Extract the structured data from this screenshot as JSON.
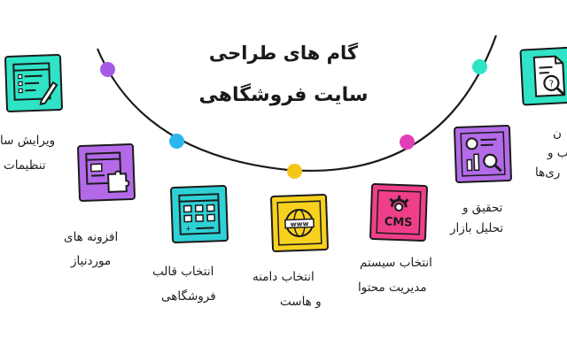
{
  "title": {
    "line1": "گام های طراحی",
    "line2": "سایت فروشگاهی"
  },
  "steps": [
    {
      "id": "analysis",
      "icon": "document-search-icon",
      "color": "#2fe3c6",
      "dot": "#2fe3c6",
      "line1": "ن",
      "line2": "ب و",
      "line3": "ری‌ها"
    },
    {
      "id": "market",
      "icon": "chart-magnifier-icon",
      "color": "#b36be8",
      "dot": "#e23fb7",
      "line1": "تحقیق و",
      "line2": "تحلیل بازار"
    },
    {
      "id": "cms",
      "icon": "cms-gear-icon",
      "color": "#f03f8a",
      "dot": "#f5c518",
      "line1": "انتخاب سیستم",
      "line2": "مدیریت محتوا"
    },
    {
      "id": "domain",
      "icon": "www-globe-icon",
      "color": "#f7d11e",
      "dot": "#f5c518",
      "line1": "انتخاب دامنه",
      "line2": "و هاست"
    },
    {
      "id": "template",
      "icon": "layout-template-icon",
      "color": "#2ed1d6",
      "dot": "#2ab7f0",
      "line1": "انتخاب قالب",
      "line2": "فروشگاهی"
    },
    {
      "id": "plugins",
      "icon": "puzzle-window-icon",
      "color": "#b46ae8",
      "dot": "#a65be8",
      "line1": "افزونه های",
      "line2": "موردنیاز"
    },
    {
      "id": "settings",
      "icon": "edit-list-icon",
      "color": "#2fe3c6",
      "line1": "ویرایش سا",
      "line2": "تنظیمات"
    }
  ],
  "colors": {
    "arc": "#1b1b1b",
    "text": "#1e1e1e"
  }
}
